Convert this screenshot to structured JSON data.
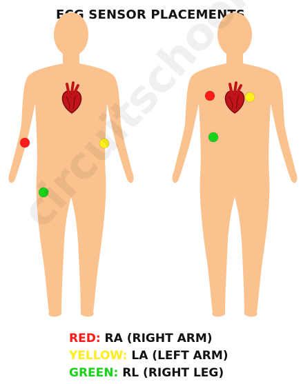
{
  "title": "ECG SENSOR PLACEMENTS",
  "watermark": "circuitschools",
  "colors": {
    "skin": "#f9c28e",
    "heart": "#c0141a",
    "heart_dark": "#7a0a0e",
    "red": "#ff1a1a",
    "yellow": "#ffef1a",
    "green": "#19d219"
  },
  "figures": [
    {
      "name": "left-body",
      "electrodes": [
        {
          "color": "red",
          "label": "RA"
        },
        {
          "color": "yellow",
          "label": "LA"
        },
        {
          "color": "green",
          "label": "RL"
        }
      ]
    },
    {
      "name": "right-body",
      "electrodes": [
        {
          "color": "red",
          "label": "RA"
        },
        {
          "color": "yellow",
          "label": "LA"
        },
        {
          "color": "green",
          "label": "RL"
        }
      ]
    }
  ],
  "legend": [
    {
      "key": "RED:",
      "text": " RA (RIGHT ARM)",
      "color_key": "red"
    },
    {
      "key": "YELLOW:",
      "text": " LA (LEFT ARM)",
      "color_key": "yellow"
    },
    {
      "key": "GREEN:",
      "text": " RL (RIGHT LEG)",
      "color_key": "green"
    }
  ]
}
